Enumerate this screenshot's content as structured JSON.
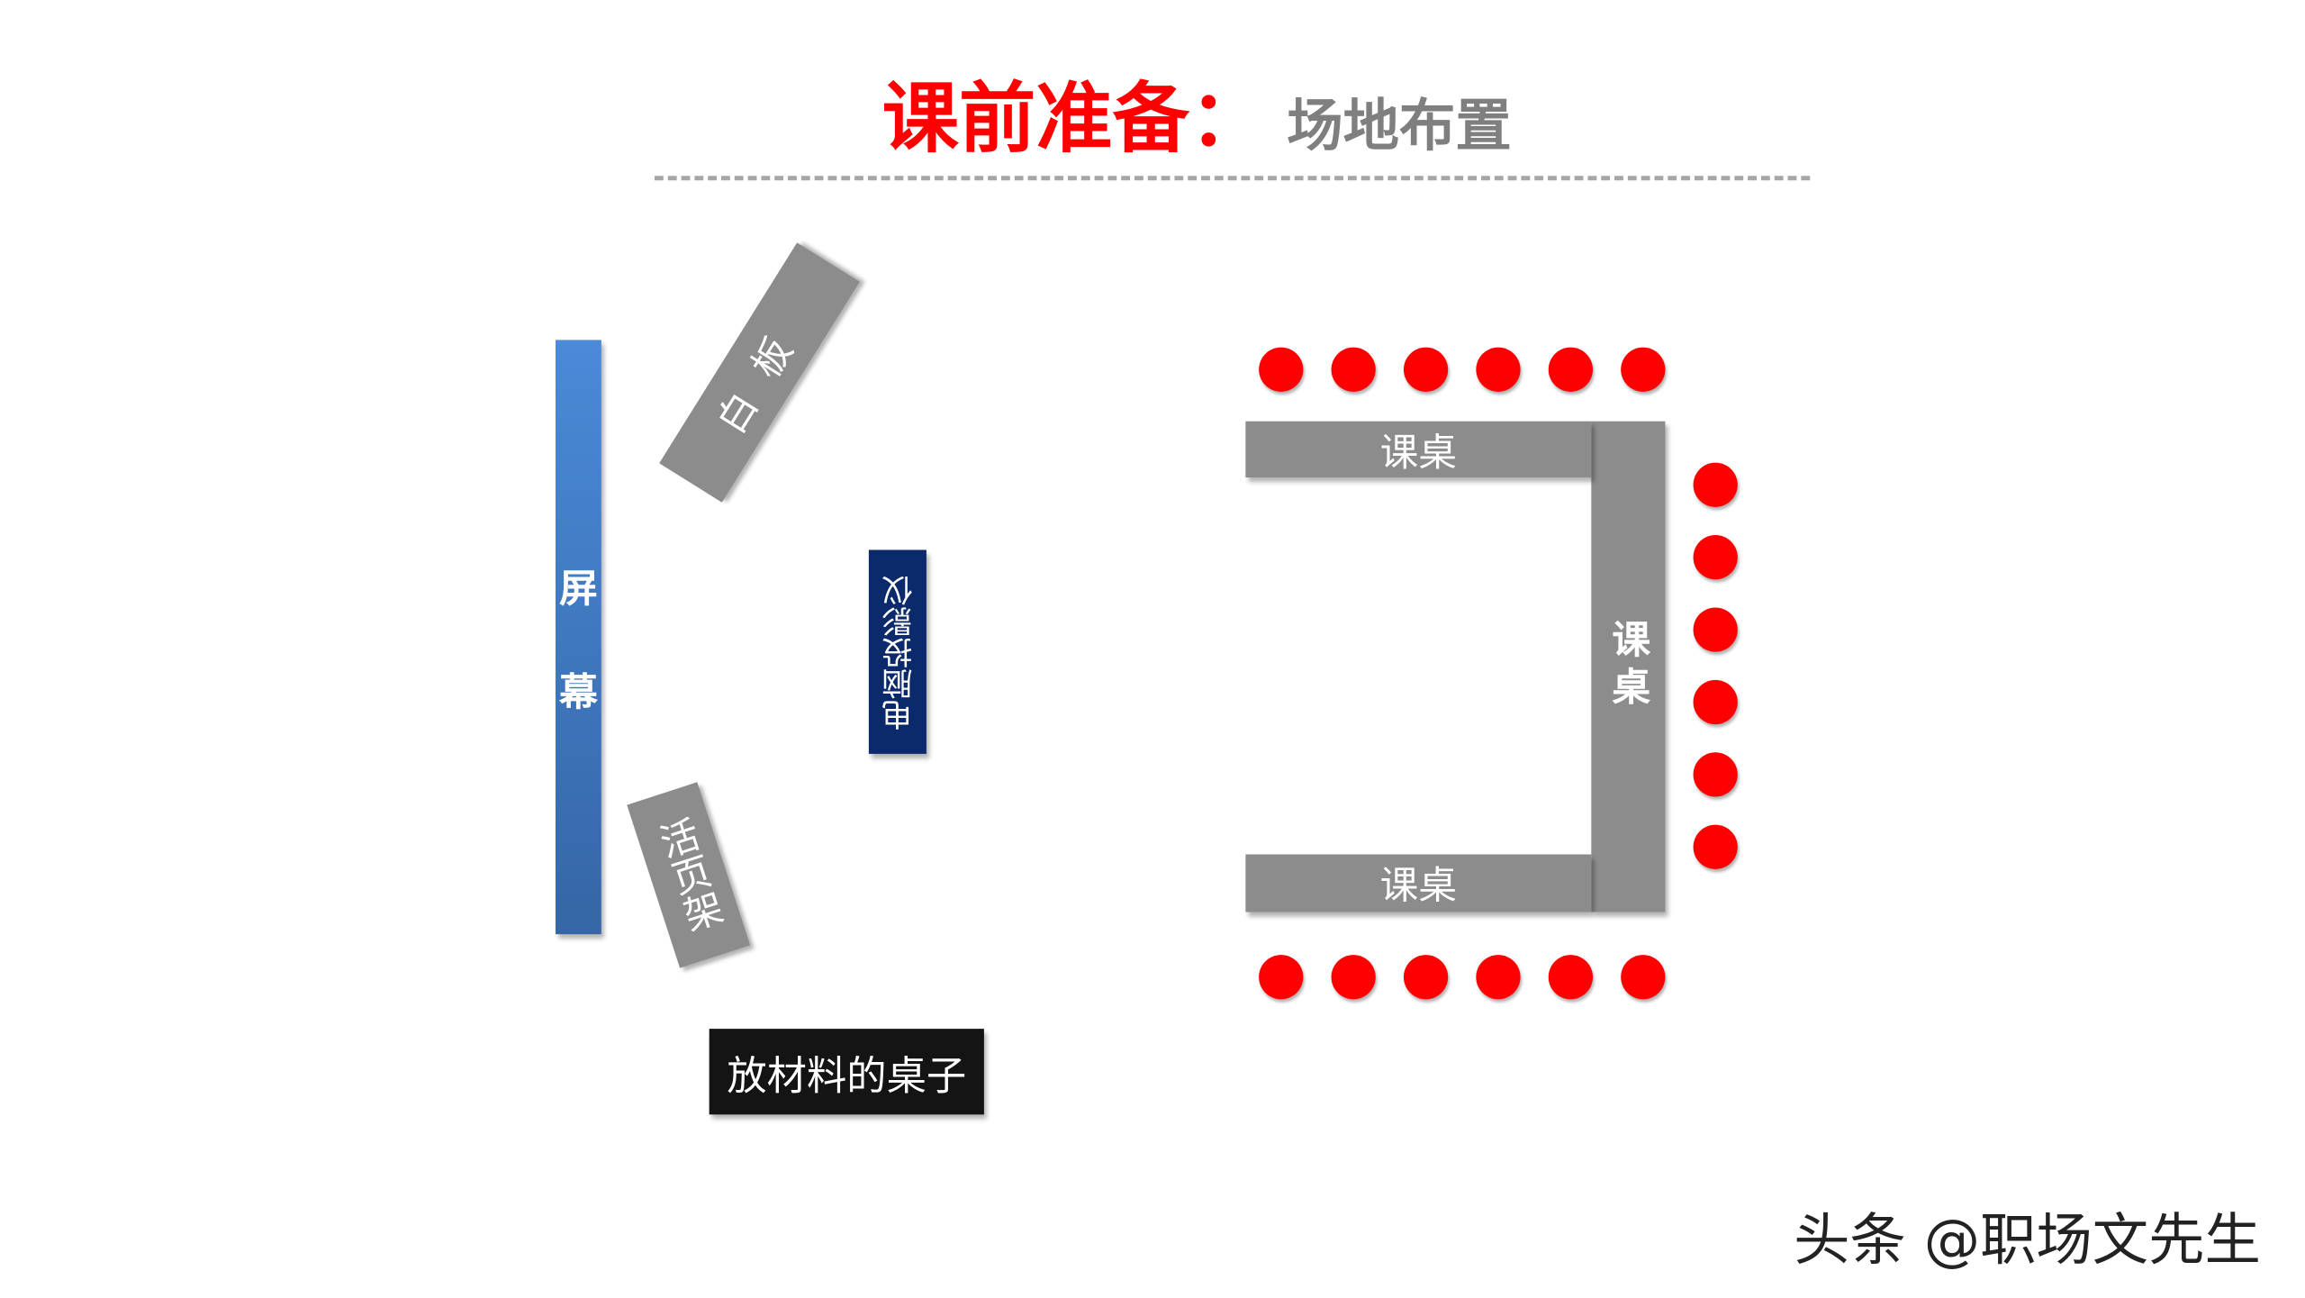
{
  "title": {
    "main": "课前准备：",
    "sub": "场地布置"
  },
  "screen": {
    "chars": [
      "屏",
      "幕"
    ],
    "color": "#4a8ad8"
  },
  "whiteboard": {
    "label": "白板"
  },
  "projector": {
    "label": "电脑投影仪",
    "color": "#0b2a6b"
  },
  "flipchart": {
    "label": "活页架"
  },
  "material_table": {
    "label": "放材料的桌子"
  },
  "desks": {
    "top": "课桌",
    "right": "课桌",
    "bottom": "课桌",
    "color": "#8c8c8c"
  },
  "seats": {
    "top_row": 6,
    "right_column": 6,
    "bottom_row": 6,
    "color": "#ff0000"
  },
  "watermark": "头条 @职场文先生"
}
